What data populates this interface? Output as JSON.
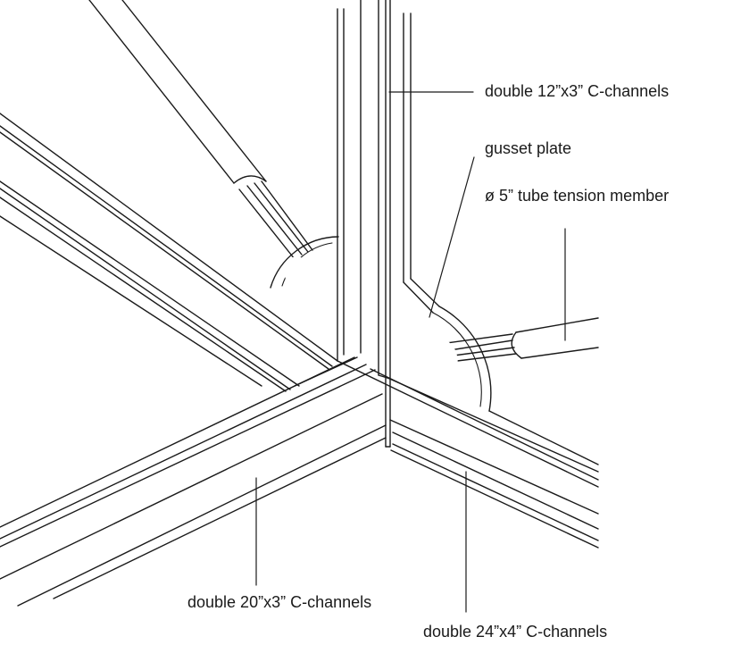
{
  "labels": {
    "vertical_channels": "double 12”x3” C-channels",
    "gusset": "gusset plate",
    "tube": "ø 5” tube tension member",
    "horizontal_left": "double 20”x3” C-channels",
    "horizontal_right": "double 24”x4” C-channels"
  },
  "colors": {
    "line": "#1a1a1a",
    "background": "#ffffff"
  }
}
